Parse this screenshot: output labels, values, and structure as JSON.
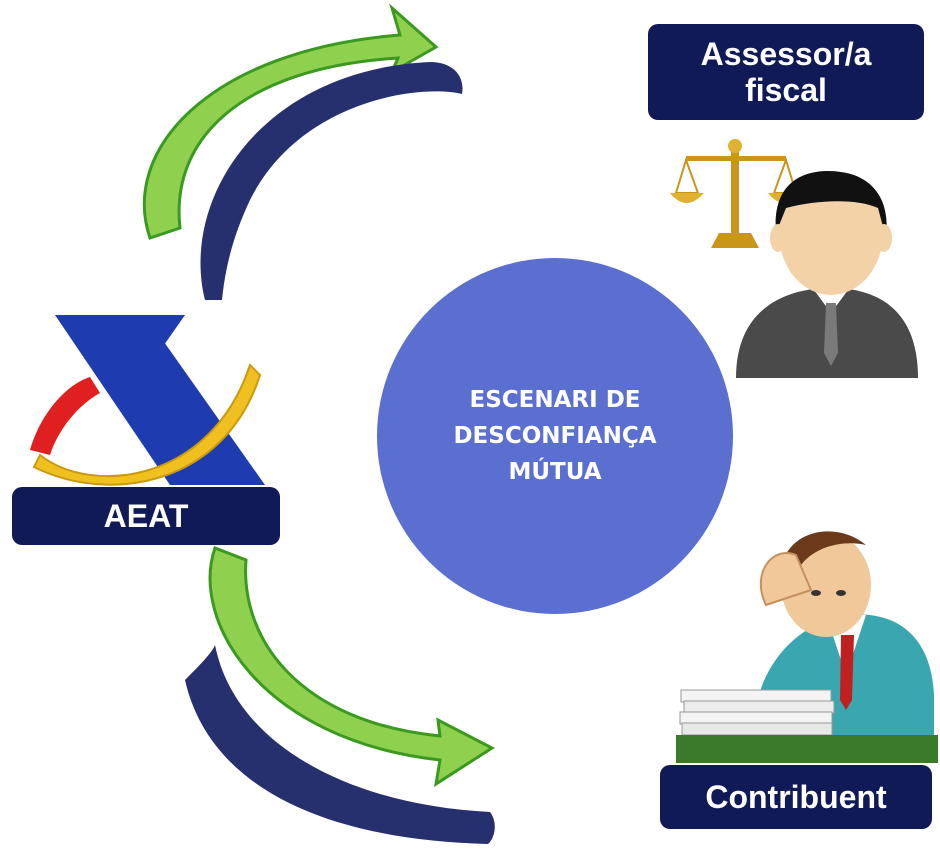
{
  "center": {
    "line1": "ESCENARI DE",
    "line2": "DESCONFIANÇA",
    "line3": "MÚTUA"
  },
  "nodes": {
    "assessor_line1": "Assessor/a",
    "assessor_line2": "fiscal",
    "aeat": "AEAT",
    "contribuent": "Contribuent"
  },
  "colors": {
    "navy": "#0f1a57",
    "arrow_green": "#8fd14f",
    "arrow_green_edge": "#3a9a1f",
    "arrow_navy": "#26306f",
    "circle": "#5a6fd0"
  }
}
